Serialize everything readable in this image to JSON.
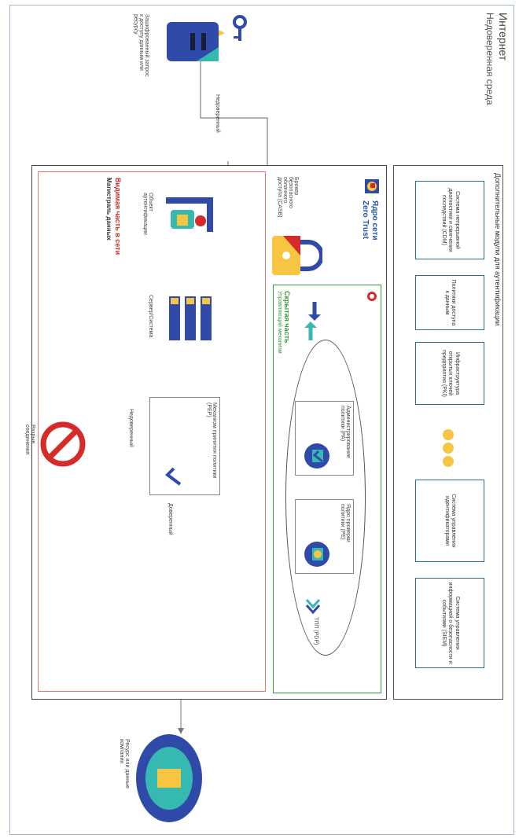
{
  "internet": {
    "title": "Интернет",
    "subtitle": "Недоверенная среда"
  },
  "request": {
    "label": "Зашифрованный запрос к доступу данным или ресурсу"
  },
  "untrusted_top": "Недоверенный",
  "modules": {
    "title": "Дополнительные модули для аутентификации",
    "items": [
      "Система непрерывной диагностики и смягчения последствий (CDM)",
      "Политики доступа к данным",
      "Инфраструктура открытых ключей предприятия (PKI)",
      "Система управления идентификаторами",
      "Система управления информацией о безопасности и событиями (SIEM)"
    ]
  },
  "core": {
    "title_line1": "Ядро сети",
    "title_line2": "Zero Trust",
    "casb": "Брокер безопасного облачного доступа (CASB)"
  },
  "visible": {
    "title": "Видимая часть в сети",
    "subtitle": "Магистраль данных",
    "auth_object": "Объект аутентификации",
    "server": "Сервер/Система",
    "pep": "Механизм принятия политики (PEP)",
    "untrusted": "Недоверенный",
    "trusted": "Доверенный"
  },
  "hidden": {
    "title": "Скрытая часть",
    "subtitle": "Управляющий механизм",
    "pa": "Администрирование политики (PA)",
    "pe": "Ядро проверки политики (PE)",
    "pdp": "ТПП (PDP)"
  },
  "break": {
    "label": "Разрыв соединения"
  },
  "resource": {
    "label": "Ресурс или данные компании"
  },
  "colors": {
    "navy": "#2f4aa8",
    "yellow": "#f6c542",
    "teal": "#35b9b0",
    "red": "#d62b2b",
    "frame_blue": "#2b6c96",
    "green": "#3a9a3a"
  }
}
